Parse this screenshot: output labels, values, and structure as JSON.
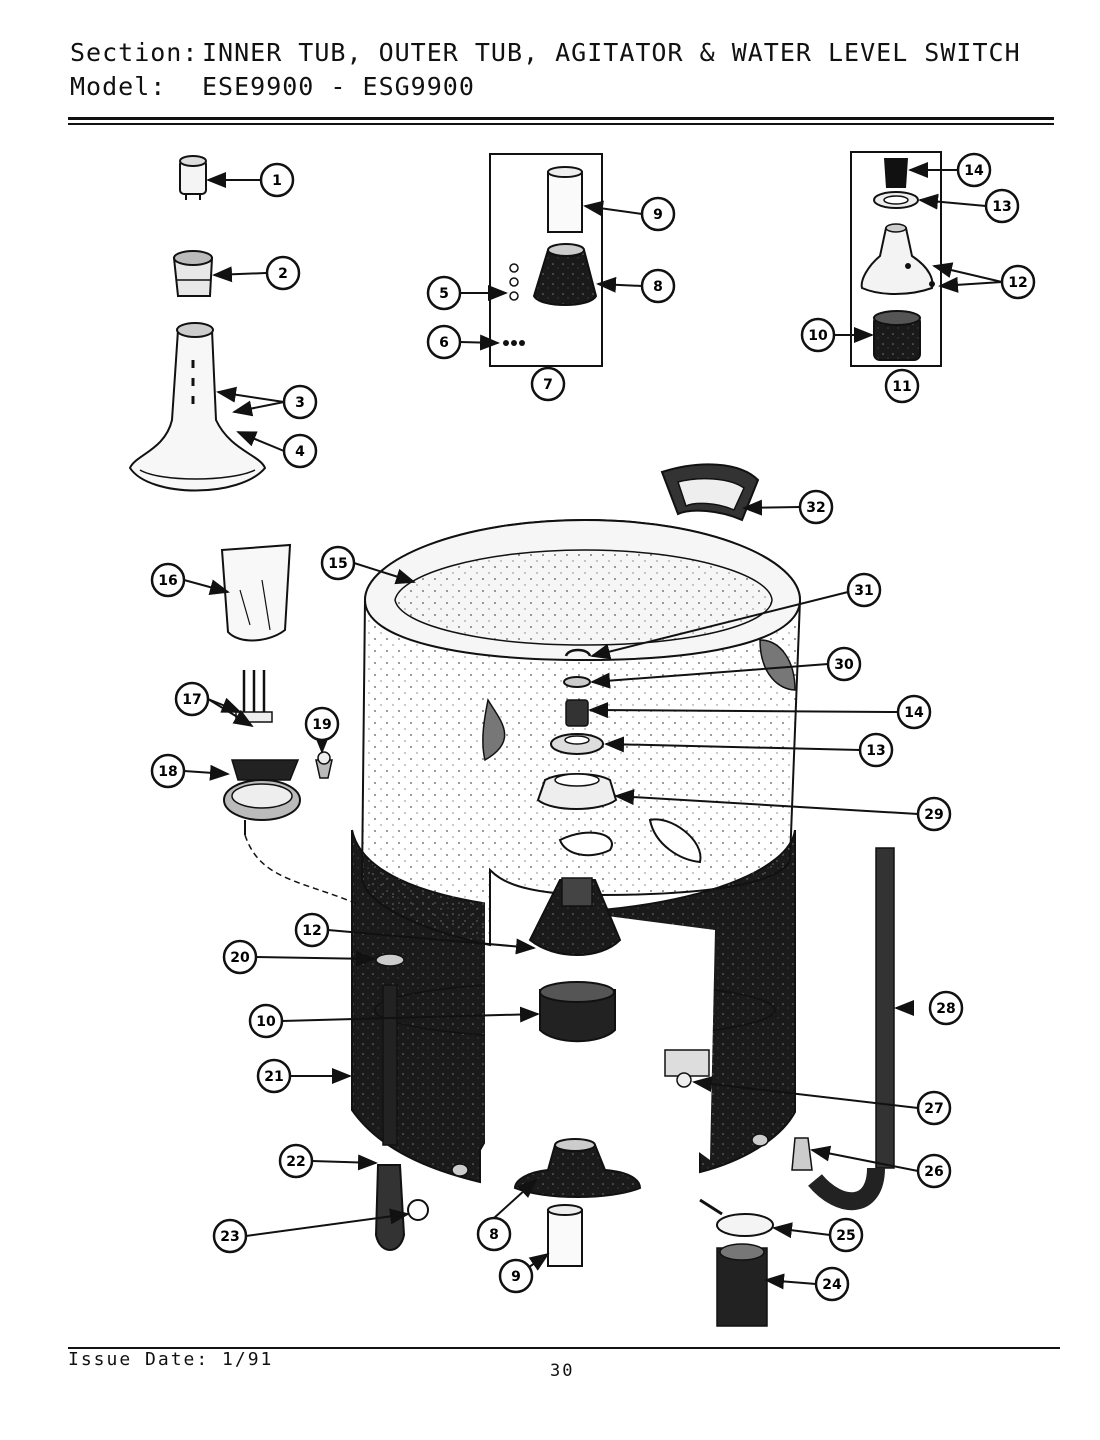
{
  "header": {
    "section_label": "Section:",
    "section_value": "INNER TUB, OUTER TUB, AGITATOR & WATER LEVEL SWITCH",
    "model_label": "Model:",
    "model_value": "ESE9900 - ESG9900"
  },
  "footer": {
    "issue_date": "Issue Date: 1/91",
    "page_number": "30"
  },
  "callouts": {
    "c1": "1",
    "c2": "2",
    "c3": "3",
    "c4": "4",
    "c5": "5",
    "c6": "6",
    "c7": "7",
    "c8a": "8",
    "c9a": "9",
    "c10a": "10",
    "c11": "11",
    "c12a": "12",
    "c13a": "13",
    "c14a": "14",
    "c15": "15",
    "c16": "16",
    "c17": "17",
    "c18": "18",
    "c19": "19",
    "c20": "20",
    "c21": "21",
    "c22": "22",
    "c23": "23",
    "c24": "24",
    "c25": "25",
    "c26": "26",
    "c27": "27",
    "c28": "28",
    "c29": "29",
    "c30": "30",
    "c31": "31",
    "c32": "32",
    "c14b": "14",
    "c13b": "13",
    "c12b": "12",
    "c10b": "10",
    "c8b": "8",
    "c9b": "9"
  }
}
